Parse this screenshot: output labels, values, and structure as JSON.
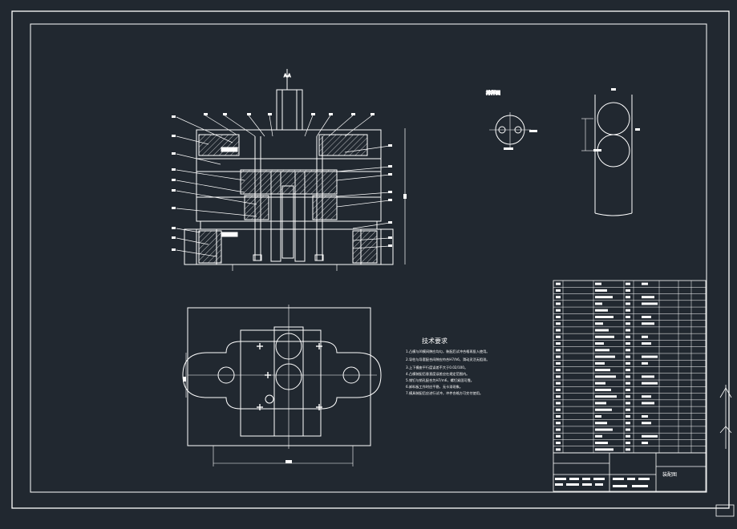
{
  "section_label": "A-A",
  "strip_caption": "排样图",
  "tech_title": "技术要求",
  "tech_lines": [
    "1.凸模与凹模间隙应均匀，装配后试冲合格再投入使用。",
    "2.导柱与导套配合间隙应符合H7/h6，滑动灵活无阻滞。",
    "3.上下模座平行度误差不大于0.02/100。",
    "4.凸模装配后垂直度误差应在规定范围内。",
    "5.销钉与销孔配合为H7/m6，螺钉紧固可靠。",
    "6.卸料板工作时应平稳，无卡滞现象。",
    "7.模具装配后应进行试冲，冲件合格方可交付使用。"
  ],
  "title_block_name": "装配图",
  "bom_rows": 26,
  "colors": {
    "background": "#212830",
    "line": "#ffffff"
  }
}
